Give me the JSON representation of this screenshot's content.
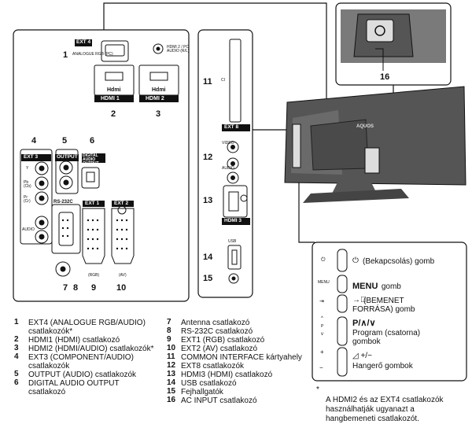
{
  "panel": {
    "ext4_tag": "EXT 4",
    "ext4_sub": "ANALOGUE RGB (PC)",
    "hdmi_pc_audio": "HDMI 2 / PC AUDIO (R/L)",
    "hdmi_logo": "Hdmi",
    "hdmi1_tag": "HDMI 1",
    "hdmi2_tag": "HDMI 2",
    "ext3_tag": "EXT 3",
    "output_tag": "OUTPUT",
    "digital_audio_tag": "DIGITAL AUDIO OUTPUT",
    "rs232_tag": "RS-232C",
    "ext1_tag": "EXT 1",
    "ext2_tag": "EXT 2",
    "rgb_lbl": "(RGB)",
    "av_lbl": "(AV)",
    "ext3_y": "Y",
    "ext3_pb": "Pb (Cb)",
    "ext3_pr": "Pr (Cr)",
    "ext3_audio": "AUDIO",
    "ext8_tag": "EXT 8",
    "video_lbl": "VIDEO",
    "audio_lbl": "AUDIO",
    "hdmi3_tag": "HDMI 3",
    "usb_lbl": "USB",
    "ci_lbl": "CI"
  },
  "callouts": {
    "n1": "1",
    "n2": "2",
    "n3": "3",
    "n4": "4",
    "n5": "5",
    "n6": "6",
    "n7": "7",
    "n8": "8",
    "n9": "9",
    "n10": "10",
    "n11": "11",
    "n12": "12",
    "n13": "13",
    "n14": "14",
    "n15": "15",
    "n16": "16"
  },
  "tv_brand": "AQUOS",
  "side_buttons": {
    "power": "(Bekapcsolás) gomb",
    "menu_key": "MENU",
    "menu": "MENU gomb",
    "menu_side": "MENU",
    "input_line1": "(BEMENET",
    "input_line2": "FORRÁSA) gomb",
    "prog_symbol": "P",
    "prog_line1": "Program (csatorna)",
    "prog_line2": "gombok",
    "vol_symbol": "+/−",
    "vol_line": "Hangerő gombok",
    "p_small": "P"
  },
  "legend_left": [
    {
      "n": "1",
      "line1": "EXT4 (ANALOGUE RGB/AUDIO)",
      "line2": "csatlakozók*"
    },
    {
      "n": "2",
      "line1": "HDMI1 (HDMI) csatlakozó",
      "line2": ""
    },
    {
      "n": "3",
      "line1": "HDMI2 (HDMI/AUDIO) csatlakozók*",
      "line2": ""
    },
    {
      "n": "4",
      "line1": "EXT3 (COMPONENT/AUDIO)",
      "line2": "csatlakozók"
    },
    {
      "n": "5",
      "line1": "OUTPUT (AUDIO) csatlakozók",
      "line2": ""
    },
    {
      "n": "6",
      "line1": "DIGITAL AUDIO OUTPUT",
      "line2": "csatlakozó"
    }
  ],
  "legend_right": [
    {
      "n": "7",
      "text": "Antenna csatlakozó"
    },
    {
      "n": "8",
      "text": "RS-232C csatlakozó"
    },
    {
      "n": "9",
      "text": "EXT1 (RGB) csatlakozó"
    },
    {
      "n": "10",
      "text": "EXT2 (AV) csatlakozó"
    },
    {
      "n": "11",
      "text": "COMMON INTERFACE kártyahely"
    },
    {
      "n": "12",
      "text": "EXT8 csatlakozók"
    },
    {
      "n": "13",
      "text": "HDMI3 (HDMI) csatlakozó"
    },
    {
      "n": "14",
      "text": "USB csatlakozó"
    },
    {
      "n": "15",
      "text": "Fejhallgatók"
    },
    {
      "n": "16",
      "text": "AC INPUT csatlakozó"
    }
  ],
  "footnote": {
    "star": "*",
    "line1": "A HDMI2 és az EXT4 csatlakozók",
    "line2": "használhatják ugyanazt a",
    "line3": "hangbemeneti csatlakozót."
  }
}
